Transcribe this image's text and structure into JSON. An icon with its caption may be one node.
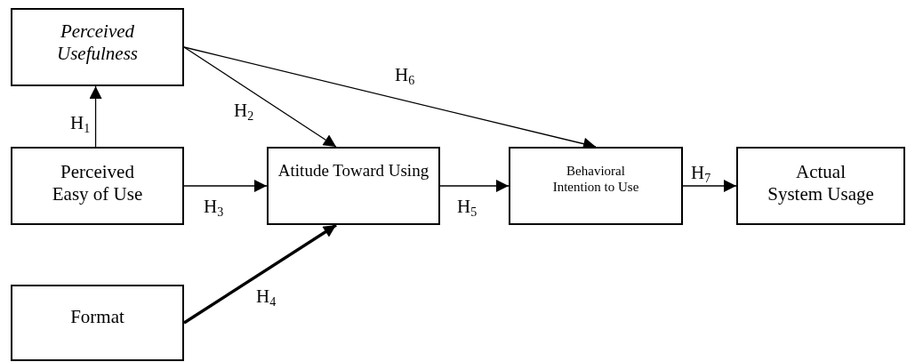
{
  "diagram": {
    "nodes": [
      {
        "text": [
          "Perceived Usefulness"
        ]
      },
      {
        "text": [
          "Perceived Easy of Use"
        ]
      },
      {
        "text": [
          "Atitude Toward Using"
        ]
      },
      {
        "text": [
          "Behavioral Intention to Use"
        ]
      },
      {
        "text": [
          "Actual System Usage"
        ]
      },
      {
        "text": [
          "Format"
        ]
      }
    ],
    "edges": [
      {
        "from": 1,
        "to": 0,
        "arrow": "to",
        "label": "H$_{1}$"
      },
      {
        "from": 0,
        "to": 2,
        "arrow": "to",
        "label": "H$_{2}$"
      },
      {
        "from": 0,
        "to": 3,
        "arrow": "to",
        "label": "H$_{6}$"
      },
      {
        "from": 1,
        "to": 2,
        "arrow": "to",
        "label": "H$_{3}$"
      },
      {
        "from": 5,
        "to": 2,
        "arrow": "to",
        "label": "H$_{4}$",
        "style": "thick"
      },
      {
        "from": 2,
        "to": 3,
        "arrow": "to",
        "label": "H$_{5}$"
      },
      {
        "from": 3,
        "to": 4,
        "arrow": "to",
        "label": "H$_{7}$"
      }
    ]
  }
}
